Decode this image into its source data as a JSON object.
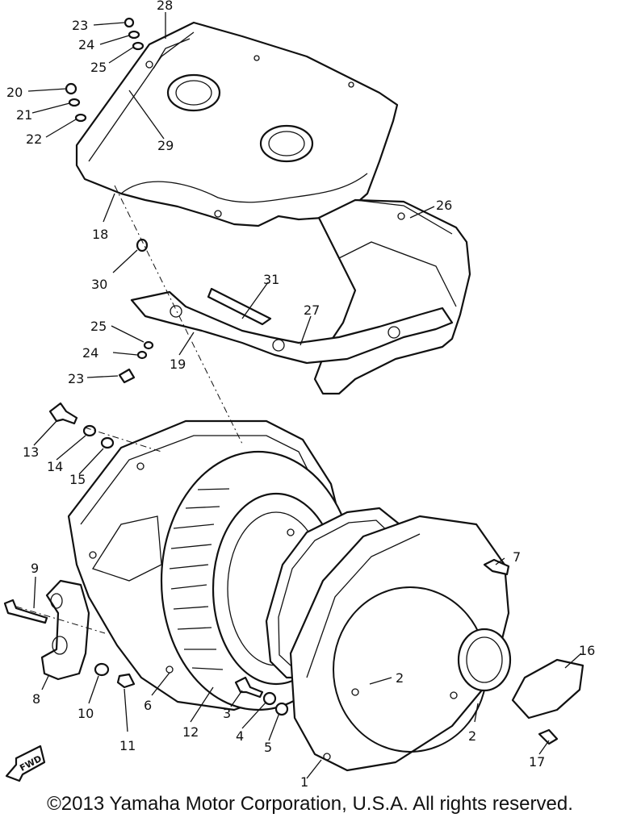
{
  "callouts": {
    "c1": "1",
    "c2a": "2",
    "c2b": "2",
    "c3": "3",
    "c4": "4",
    "c5": "5",
    "c6": "6",
    "c7": "7",
    "c8": "8",
    "c9": "9",
    "c10": "10",
    "c11": "11",
    "c12": "12",
    "c13": "13",
    "c14": "14",
    "c15": "15",
    "c16": "16",
    "c17": "17",
    "c18": "18",
    "c19": "19",
    "c20": "20",
    "c21": "21",
    "c22": "22",
    "c23a": "23",
    "c23b": "23",
    "c24a": "24",
    "c24b": "24",
    "c25a": "25",
    "c25b": "25",
    "c26": "26",
    "c27": "27",
    "c28": "28",
    "c29": "29",
    "c30": "30",
    "c31": "31"
  },
  "fwd_label": "FWD",
  "copyright": "©2013 Yamaha Motor Corporation, U.S.A. All rights reserved."
}
